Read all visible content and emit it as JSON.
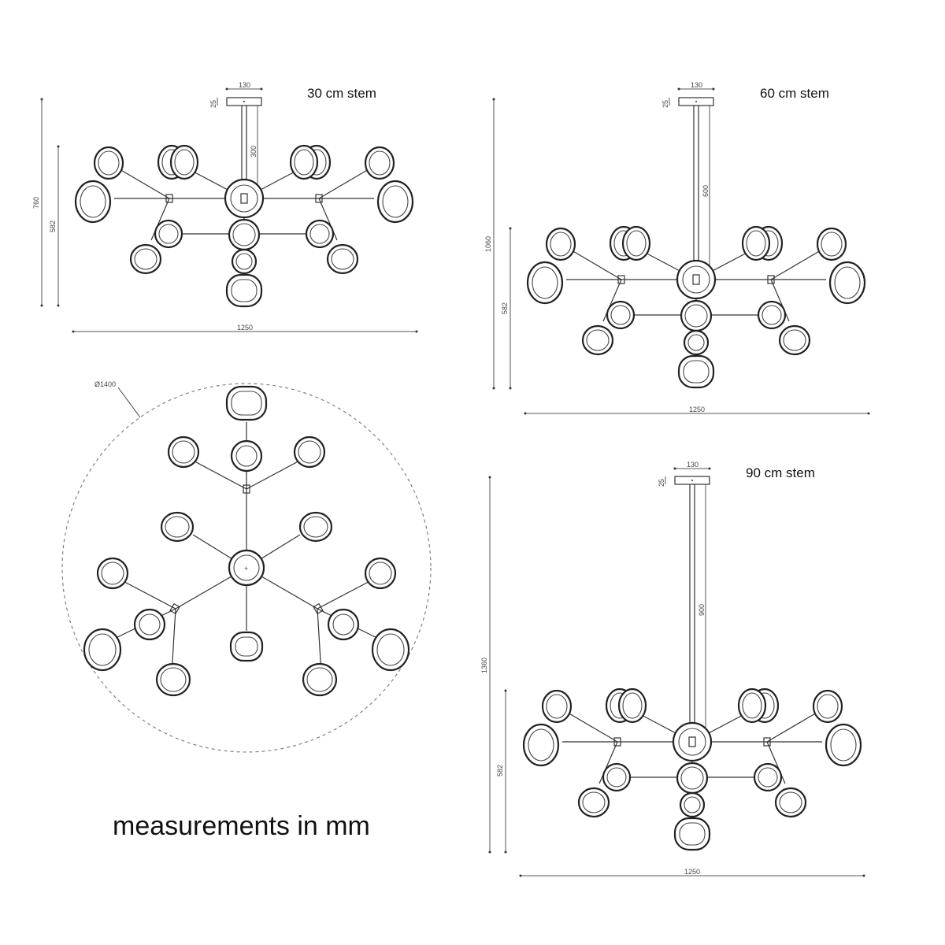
{
  "views": [
    {
      "title": "30 cm stem",
      "canopy_width": "130",
      "canopy_height": "25",
      "stem_length": "300",
      "total_height": "760",
      "body_height": "582",
      "width": "1250"
    },
    {
      "title": "60 cm stem",
      "canopy_width": "130",
      "canopy_height": "25",
      "stem_length": "600",
      "total_height": "1060",
      "body_height": "582",
      "width": "1250"
    },
    {
      "title": "90 cm stem",
      "canopy_width": "130",
      "canopy_height": "25",
      "stem_length": "900",
      "total_height": "1360",
      "body_height": "582",
      "width": "1250"
    }
  ],
  "plan": {
    "diameter": "Ø1400"
  },
  "note": "measurements in mm"
}
